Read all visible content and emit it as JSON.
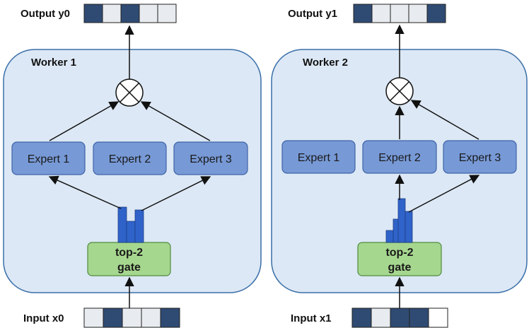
{
  "colors": {
    "worker_fill": "#dce8f5",
    "worker_stroke": "#3a6ea8",
    "expert_fill": "#7799d6",
    "expert_stroke": "#3f63a8",
    "gate_fill": "#a6d78f",
    "gate_stroke": "#4f8a3f",
    "cell_dark": "#2f4b73",
    "cell_light": "#e8ebef",
    "hist_bar": "#2f63c9",
    "arrow": "#111111"
  },
  "workers": [
    {
      "title": "Worker 1",
      "experts": [
        "Expert 1",
        "Expert 2",
        "Expert 3"
      ],
      "gate": {
        "line1": "top-2",
        "line2": "gate"
      },
      "input_label": "Input x0",
      "input_cells": [
        "light",
        "dark",
        "light",
        "light",
        "dark"
      ],
      "output_label": "Output y0",
      "output_cells": [
        "dark",
        "light",
        "dark",
        "light",
        "light"
      ],
      "routes_to_experts": [
        1,
        3
      ],
      "histogram": [
        0.62,
        0.55
      ]
    },
    {
      "title": "Worker 2",
      "experts": [
        "Expert 1",
        "Expert 2",
        "Expert 3"
      ],
      "gate": {
        "line1": "top-2",
        "line2": "gate"
      },
      "input_label": "Input x1",
      "input_cells": [
        "dark",
        "light",
        "dark",
        "dark",
        "white"
      ],
      "output_label": "Output y1",
      "output_cells": [
        "dark",
        "light",
        "light",
        "light",
        "dark"
      ],
      "routes_to_experts": [
        2,
        3
      ],
      "histogram": [
        0.88,
        0.48
      ]
    }
  ]
}
